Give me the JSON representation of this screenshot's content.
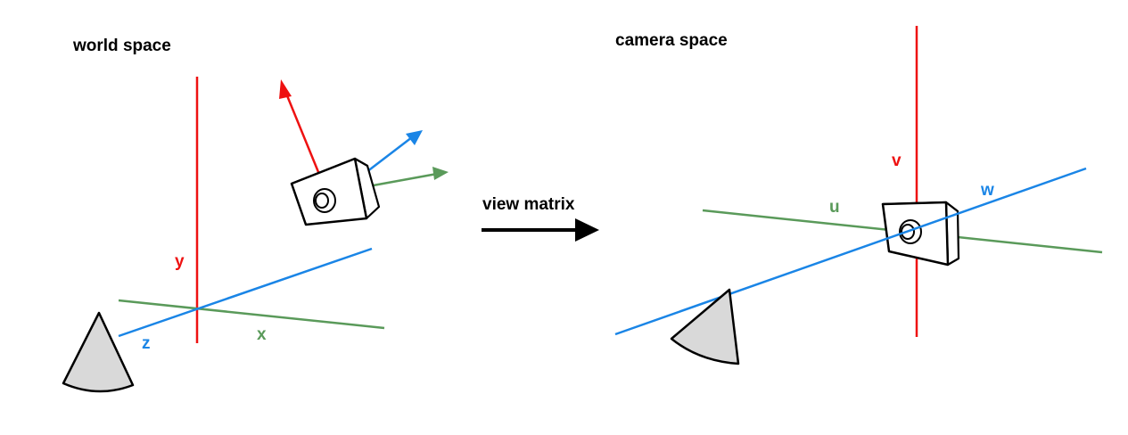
{
  "left_panel": {
    "title": "world space",
    "axis_labels": {
      "x": "x",
      "y": "y",
      "z": "z"
    }
  },
  "arrow_label": "view matrix",
  "right_panel": {
    "title": "camera space",
    "axis_labels": {
      "u": "u",
      "v": "v",
      "w": "w"
    }
  },
  "colors": {
    "red_axis": "#ee1111",
    "blue_axis": "#1a85e6",
    "green_axis": "#5a9a5a",
    "object_fill": "#d9d9d9",
    "camera_fill": "#ffffff",
    "outline": "#000000"
  }
}
